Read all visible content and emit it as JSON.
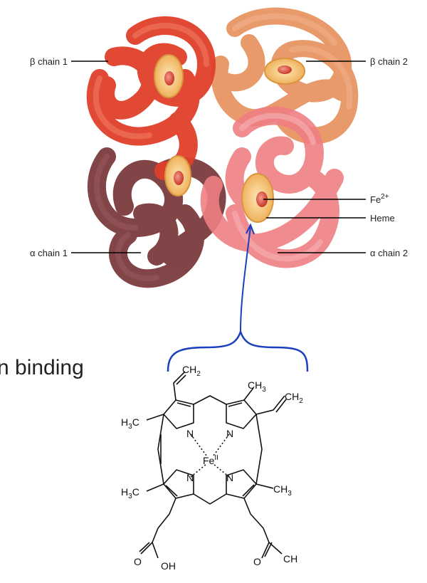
{
  "labels": {
    "beta1": "β chain 1",
    "beta2": "β chain 2",
    "fe": "Fe",
    "fe_charge": "2+",
    "heme": "Heme",
    "alpha1": "α chain 1",
    "alpha2": "α chain 2"
  },
  "caption": "n binding",
  "heme_structure": {
    "ch2_top": "CH",
    "ch2_top_sub": "2",
    "ch3_top": "CH",
    "ch3_top_sub": "3",
    "ch2_right": "CH",
    "ch2_right_sub": "2",
    "h3c_left": "H",
    "h3c_left_sub": "3",
    "h3c_left_c": "C",
    "n1": "N",
    "n2": "N",
    "n3": "N",
    "n4": "N",
    "fe_center": "Fe",
    "fe_center_sup": "II",
    "h3c_bottom": "H",
    "h3c_bottom_sub": "3",
    "h3c_bottom_c": "C",
    "ch3_right": "CH",
    "ch3_right_sub": "3",
    "o_left": "O",
    "oh_left": "OH",
    "o_right": "O",
    "ch_right": "CH"
  },
  "colors": {
    "beta1": "#e0402a",
    "beta2": "#e89060",
    "alpha1": "#7a3a3c",
    "alpha2": "#ee7f82",
    "heme_disk": "#f6c97a",
    "iron": "#e05a4a",
    "arrow": "#1a3fbf"
  }
}
